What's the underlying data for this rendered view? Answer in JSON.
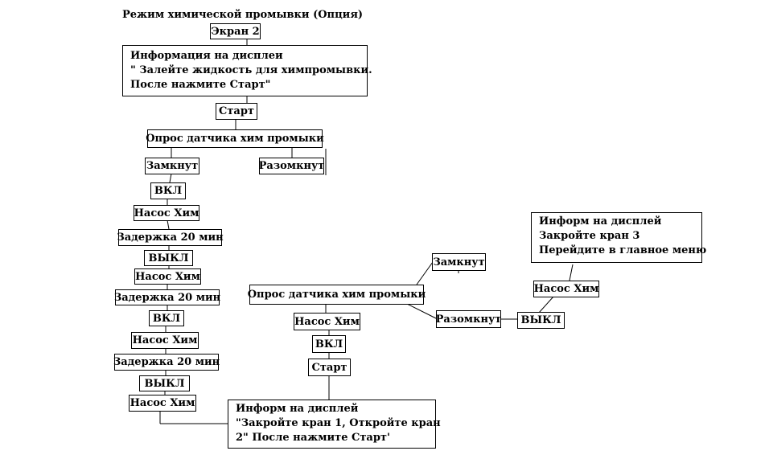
{
  "title": "Режим химической промывки (Опция)",
  "boxes": {
    "screen2": "Экран 2",
    "info1": [
      "Информация на дисплеи",
      "\" Залейте жидкость для химпромывки.",
      "После нажмите Старт\""
    ],
    "start1": "Старт",
    "sensor1": "Опрос датчика хим промыки",
    "closed1": "Замкнут",
    "open1": "Разомкнут",
    "on1": "ВКЛ",
    "pump1": "Насос Хим",
    "delay1": "Задержка 20 мин",
    "off1": "ВЫКЛ",
    "pump2": "Насос Хим",
    "delay2": "Задержка 20 мин",
    "on2": "ВКЛ",
    "pump3": "Насос Хим",
    "delay3": "Задержка 20 мин",
    "off2": "ВЫКЛ",
    "pump4": "Насос Хим",
    "info2": [
      "Информ на дисплей",
      "\"Закройте кран 1, Откройте кран",
      "2\"  После нажмите Старт'"
    ],
    "start2": "Старт",
    "on3": "ВКЛ",
    "pump5": "Насос Хим",
    "sensor2": "Опрос датчика хим промыки",
    "closed2": "Замкнут",
    "open2": "Разомкнут",
    "off3": "ВЫКЛ",
    "pump6": "Насос Хим",
    "info3": [
      "Информ на дисплей",
      "Закройте кран 3",
      "Перейдите в главное меню"
    ]
  }
}
